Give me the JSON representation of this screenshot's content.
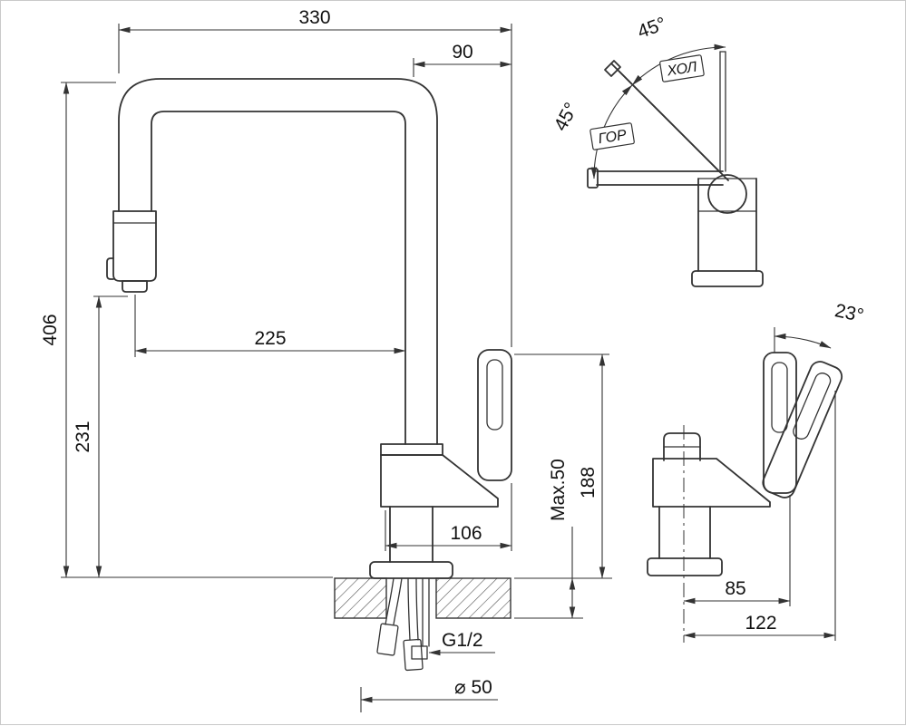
{
  "front_view": {
    "dims": {
      "total_width": "330",
      "spout_offset": "90",
      "total_height": "406",
      "spout_height": "231",
      "spout_reach": "225",
      "body_to_handle": "106",
      "max_deck_thickness": "Max.50",
      "handle_top_height": "188",
      "thread": "G1/2",
      "hole_diameter": "⌀ 50"
    }
  },
  "rotation_view": {
    "angle_upper": "45°",
    "angle_lower": "45°",
    "cold_label": "ХОЛ",
    "hot_label": "ГОР"
  },
  "side_view": {
    "handle_angle": "23°",
    "handle_offset": "85",
    "total_depth": "122"
  }
}
